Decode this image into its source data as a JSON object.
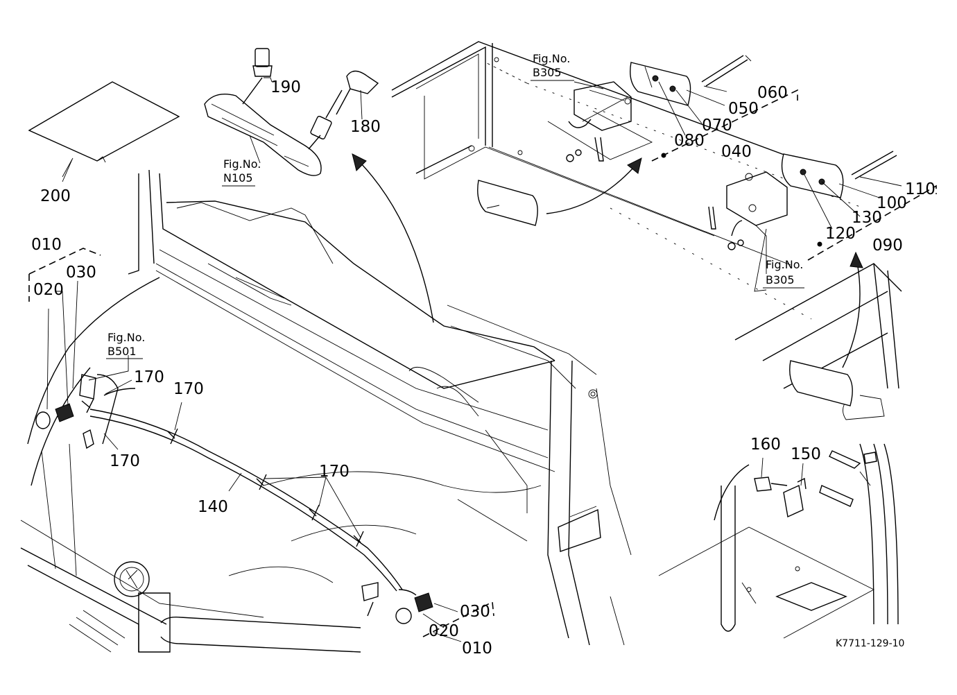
{
  "diagram": {
    "part_labels": {
      "p200": "200",
      "p190": "190",
      "p180": "180",
      "p010a": "010",
      "p020a": "020",
      "p030a": "030",
      "p170a": "170",
      "p170b": "170",
      "p170c": "170",
      "p170d": "170",
      "p140": "140",
      "p030b": "030",
      "p020b": "020",
      "p010b": "010",
      "p060": "060",
      "p050": "050",
      "p070": "070",
      "p080": "080",
      "p040": "040",
      "p110": "110",
      "p100": "100",
      "p130": "130",
      "p120": "120",
      "p090": "090",
      "p160": "160",
      "p150": "150"
    },
    "figure_refs": {
      "n105": {
        "line1": "Fig.No.",
        "line2": "N105"
      },
      "b501": {
        "line1": "Fig.No.",
        "line2": "B501"
      },
      "b305a": {
        "line1": "Fig.No.",
        "line2": "B305"
      },
      "b305b": {
        "line1": "Fig.No.",
        "line2": "B305"
      }
    },
    "drawing_code": "K7711-129-10"
  }
}
